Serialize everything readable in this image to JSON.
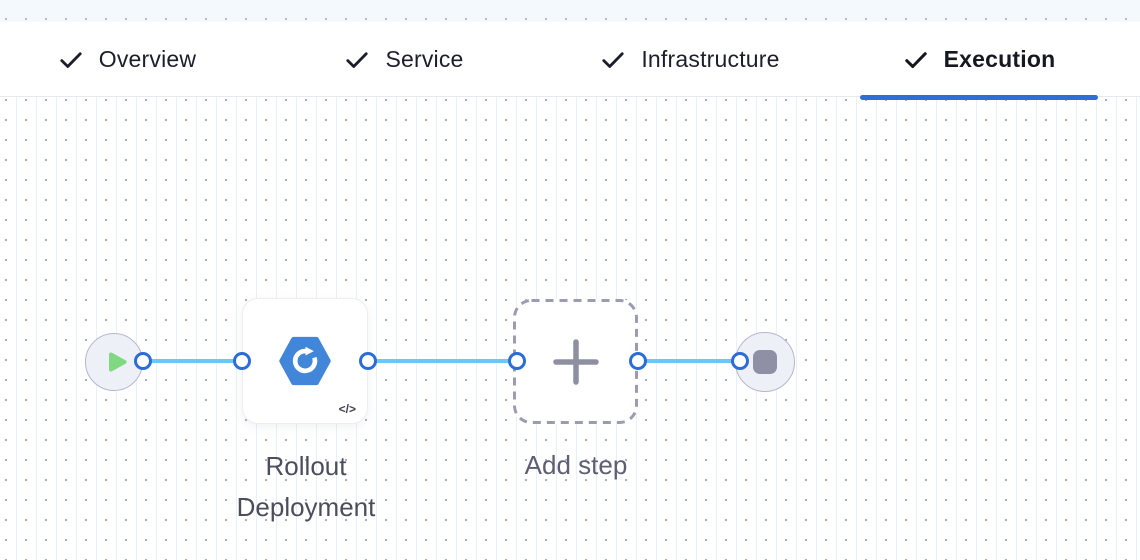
{
  "tab_bar": {
    "tabs": [
      {
        "label": "Overview",
        "completed": true,
        "active": false
      },
      {
        "label": "Service",
        "completed": true,
        "active": false
      },
      {
        "label": "Infrastructure",
        "completed": true,
        "active": false
      },
      {
        "label": "Execution",
        "completed": true,
        "active": true
      }
    ]
  },
  "pipeline": {
    "start_node": {
      "icon": "play-icon"
    },
    "step_node": {
      "label": "Rollout Deployment",
      "badge": "</>",
      "icon": "rollout-deployment-hexagon-icon"
    },
    "add_step_node": {
      "label": "Add step",
      "icon": "plus-icon"
    },
    "end_node": {
      "icon": "stop-icon"
    }
  },
  "colors": {
    "active_tab_underline": "#2d6fd2",
    "edge_line_blue": "#6ec6f3",
    "connector_ring_blue": "#2b6cd9",
    "step_icon_blue": "#4186d9",
    "play_green": "#80d880",
    "node_fill": "#eef0f8",
    "node_border": "#b5b7cc",
    "canvas_dot": "#a9b3bf",
    "canvas_line": "#e6f1fa"
  }
}
